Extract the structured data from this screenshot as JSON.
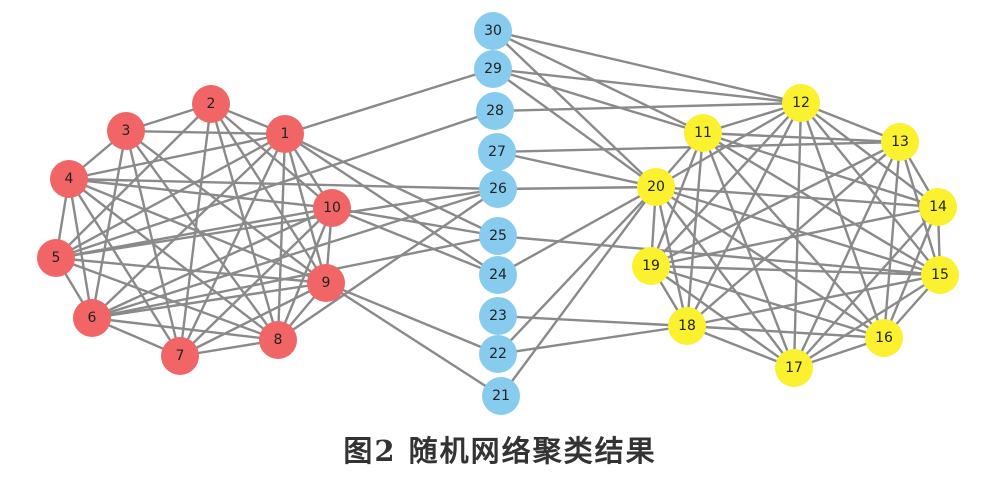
{
  "caption": "图2  随机网络聚类结果",
  "colors": {
    "red": "#f26566",
    "blue": "#87ccee",
    "yellow": "#fbf12f",
    "edge": "#8a8a8a"
  },
  "nodes": [
    {
      "id": "1",
      "group": "red"
    },
    {
      "id": "2",
      "group": "red"
    },
    {
      "id": "3",
      "group": "red"
    },
    {
      "id": "4",
      "group": "red"
    },
    {
      "id": "5",
      "group": "red"
    },
    {
      "id": "6",
      "group": "red"
    },
    {
      "id": "7",
      "group": "red"
    },
    {
      "id": "8",
      "group": "red"
    },
    {
      "id": "9",
      "group": "red"
    },
    {
      "id": "10",
      "group": "red"
    },
    {
      "id": "11",
      "group": "yellow"
    },
    {
      "id": "12",
      "group": "yellow"
    },
    {
      "id": "13",
      "group": "yellow"
    },
    {
      "id": "14",
      "group": "yellow"
    },
    {
      "id": "15",
      "group": "yellow"
    },
    {
      "id": "16",
      "group": "yellow"
    },
    {
      "id": "17",
      "group": "yellow"
    },
    {
      "id": "18",
      "group": "yellow"
    },
    {
      "id": "19",
      "group": "yellow"
    },
    {
      "id": "20",
      "group": "yellow"
    },
    {
      "id": "21",
      "group": "blue"
    },
    {
      "id": "22",
      "group": "blue"
    },
    {
      "id": "23",
      "group": "blue"
    },
    {
      "id": "24",
      "group": "blue"
    },
    {
      "id": "25",
      "group": "blue"
    },
    {
      "id": "26",
      "group": "blue"
    },
    {
      "id": "27",
      "group": "blue"
    },
    {
      "id": "28",
      "group": "blue"
    },
    {
      "id": "29",
      "group": "blue"
    },
    {
      "id": "30",
      "group": "blue"
    }
  ],
  "edges": [
    [
      "1",
      "2"
    ],
    [
      "1",
      "3"
    ],
    [
      "1",
      "4"
    ],
    [
      "1",
      "5"
    ],
    [
      "1",
      "6"
    ],
    [
      "1",
      "7"
    ],
    [
      "1",
      "8"
    ],
    [
      "1",
      "9"
    ],
    [
      "1",
      "10"
    ],
    [
      "2",
      "3"
    ],
    [
      "2",
      "5"
    ],
    [
      "2",
      "7"
    ],
    [
      "2",
      "8"
    ],
    [
      "2",
      "9"
    ],
    [
      "2",
      "10"
    ],
    [
      "3",
      "4"
    ],
    [
      "3",
      "6"
    ],
    [
      "3",
      "8"
    ],
    [
      "3",
      "9"
    ],
    [
      "3",
      "7"
    ],
    [
      "4",
      "5"
    ],
    [
      "4",
      "7"
    ],
    [
      "4",
      "8"
    ],
    [
      "4",
      "10"
    ],
    [
      "4",
      "9"
    ],
    [
      "4",
      "6"
    ],
    [
      "5",
      "6"
    ],
    [
      "5",
      "9"
    ],
    [
      "5",
      "10"
    ],
    [
      "5",
      "8"
    ],
    [
      "6",
      "7"
    ],
    [
      "6",
      "9"
    ],
    [
      "6",
      "10"
    ],
    [
      "6",
      "8"
    ],
    [
      "7",
      "9"
    ],
    [
      "7",
      "10"
    ],
    [
      "7",
      "8"
    ],
    [
      "8",
      "10"
    ],
    [
      "8",
      "9"
    ],
    [
      "9",
      "10"
    ],
    [
      "1",
      "29"
    ],
    [
      "1",
      "25"
    ],
    [
      "1",
      "24"
    ],
    [
      "4",
      "26"
    ],
    [
      "5",
      "26"
    ],
    [
      "5",
      "28"
    ],
    [
      "6",
      "26"
    ],
    [
      "6",
      "25"
    ],
    [
      "8",
      "26"
    ],
    [
      "9",
      "22"
    ],
    [
      "9",
      "21"
    ],
    [
      "10",
      "24"
    ],
    [
      "10",
      "25"
    ],
    [
      "30",
      "12"
    ],
    [
      "30",
      "20"
    ],
    [
      "30",
      "11"
    ],
    [
      "29",
      "11"
    ],
    [
      "29",
      "20"
    ],
    [
      "29",
      "12"
    ],
    [
      "28",
      "12"
    ],
    [
      "27",
      "13"
    ],
    [
      "27",
      "20"
    ],
    [
      "26",
      "20"
    ],
    [
      "25",
      "15"
    ],
    [
      "24",
      "20"
    ],
    [
      "23",
      "18"
    ],
    [
      "22",
      "20"
    ],
    [
      "22",
      "18"
    ],
    [
      "21",
      "20"
    ],
    [
      "11",
      "12"
    ],
    [
      "11",
      "13"
    ],
    [
      "11",
      "14"
    ],
    [
      "11",
      "15"
    ],
    [
      "11",
      "16"
    ],
    [
      "11",
      "17"
    ],
    [
      "11",
      "18"
    ],
    [
      "11",
      "19"
    ],
    [
      "11",
      "20"
    ],
    [
      "12",
      "13"
    ],
    [
      "12",
      "14"
    ],
    [
      "12",
      "15"
    ],
    [
      "12",
      "16"
    ],
    [
      "12",
      "17"
    ],
    [
      "12",
      "18"
    ],
    [
      "12",
      "19"
    ],
    [
      "12",
      "20"
    ],
    [
      "13",
      "14"
    ],
    [
      "13",
      "15"
    ],
    [
      "13",
      "16"
    ],
    [
      "13",
      "17"
    ],
    [
      "13",
      "18"
    ],
    [
      "13",
      "19"
    ],
    [
      "14",
      "15"
    ],
    [
      "14",
      "16"
    ],
    [
      "14",
      "17"
    ],
    [
      "14",
      "19"
    ],
    [
      "14",
      "20"
    ],
    [
      "15",
      "16"
    ],
    [
      "15",
      "17"
    ],
    [
      "15",
      "18"
    ],
    [
      "15",
      "19"
    ],
    [
      "15",
      "20"
    ],
    [
      "16",
      "17"
    ],
    [
      "16",
      "18"
    ],
    [
      "16",
      "19"
    ],
    [
      "16",
      "20"
    ],
    [
      "17",
      "18"
    ],
    [
      "17",
      "19"
    ],
    [
      "17",
      "20"
    ],
    [
      "18",
      "19"
    ],
    [
      "18",
      "20"
    ],
    [
      "19",
      "20"
    ]
  ]
}
